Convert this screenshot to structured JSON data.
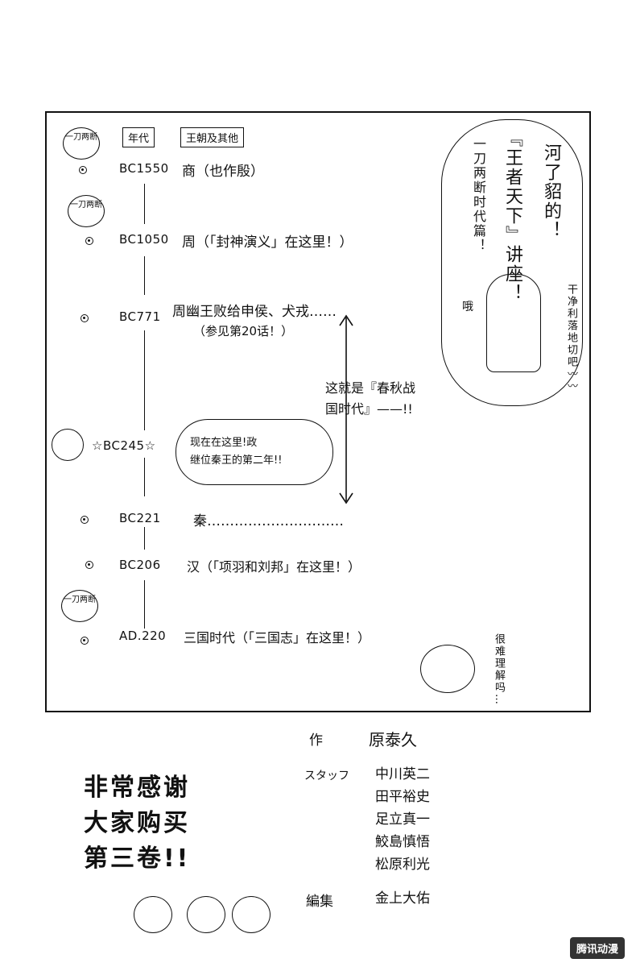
{
  "timeline": {
    "header_era": "年代",
    "header_dynasty": "王朝及其他",
    "entries": [
      {
        "year": "BC1550",
        "text": "商（也作殷）"
      },
      {
        "year": "BC1050",
        "text": "周（「封神演义」在这里！）"
      },
      {
        "year": "BC771",
        "text": "周幽王败给申侯、犬戎……",
        "note": "（参见第20话！）"
      },
      {
        "year": "☆BC245☆",
        "text": "现在在这里!政",
        "text2": "继位秦王的第二年!!"
      },
      {
        "year": "BC221",
        "text": "秦…………………………"
      },
      {
        "year": "BC206",
        "text": "汉（「项羽和刘邦」在这里！）"
      },
      {
        "year": "AD.220",
        "text": "三国时代（「三国志」在这里！）"
      }
    ],
    "chunqiu_line1": "这就是『春秋战",
    "chunqiu_line2": "国时代』——!!",
    "bubble_label": "一刀两断"
  },
  "speech": {
    "series_a": "河了貂的！",
    "series_b": "『王者天下』讲座！",
    "series_c": "一刀两断时代篇！",
    "oh": "哦",
    "right_note": "干净利落地切吧〰〰",
    "bird_note": "很难理解吗…"
  },
  "thanks": {
    "line1": "非常感谢",
    "line2": "大家购买",
    "line3": "第三卷!!"
  },
  "credits": {
    "author_label": "作",
    "author": "原泰久",
    "staff_label": "スタッフ",
    "staff": [
      "中川英二",
      "田平裕史",
      "足立真一",
      "鮫島慎悟",
      "松原利光"
    ],
    "editor_label": "編集",
    "editor": "金上大佑"
  },
  "watermark": "腾讯动漫"
}
